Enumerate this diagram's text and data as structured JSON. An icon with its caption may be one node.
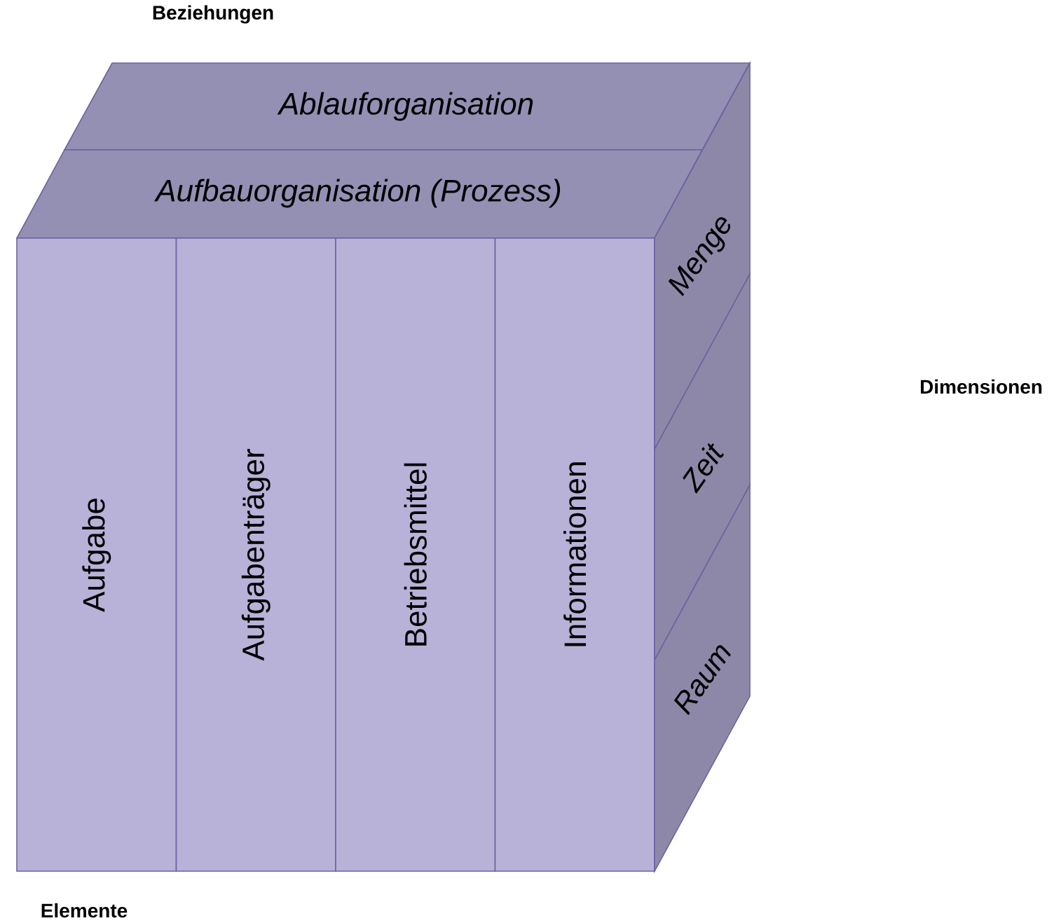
{
  "diagram": {
    "nodes": [
      {
        "text": [
          "Ablauforganisation"
        ]
      },
      {
        "text": [
          "Aufbauorganisation (Prozess)"
        ]
      },
      {
        "text": [
          "Aufgabe"
        ]
      },
      {
        "text": [
          "Aufgabenträger"
        ]
      },
      {
        "text": [
          "Betriebsmittel"
        ]
      },
      {
        "text": [
          "Informationen"
        ]
      },
      {
        "text": [
          "Menge"
        ]
      },
      {
        "text": [
          "Zeit"
        ]
      },
      {
        "text": [
          "Raum"
        ]
      }
    ],
    "labels": [
      "Beziehungen",
      "Dimensionen",
      "Elemente"
    ]
  }
}
